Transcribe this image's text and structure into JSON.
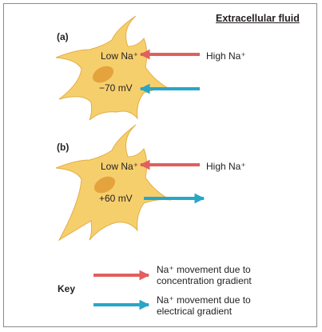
{
  "title": "Extracellular fluid",
  "panels": [
    {
      "label": "(a)",
      "inside_label": "Low Na⁺",
      "outside_label": "High Na⁺",
      "membrane_potential": "−70 mV",
      "electrical_arrow_direction": "inward"
    },
    {
      "label": "(b)",
      "inside_label": "Low Na⁺",
      "outside_label": "High Na⁺",
      "membrane_potential": "+60 mV",
      "electrical_arrow_direction": "outward"
    }
  ],
  "key": {
    "label": "Key",
    "items": [
      {
        "line1": "Na⁺ movement due to",
        "line2": "concentration gradient",
        "color": "#e0605e"
      },
      {
        "line1": "Na⁺ movement due to",
        "line2": "electrical gradient",
        "color": "#27a6c8"
      }
    ]
  },
  "colors": {
    "cell_fill": "#f6cf6d",
    "cell_stroke": "#e3ad45",
    "nucleus": "#e4a33d",
    "concentration_arrow": "#e0605e",
    "electrical_arrow": "#27a6c8"
  }
}
